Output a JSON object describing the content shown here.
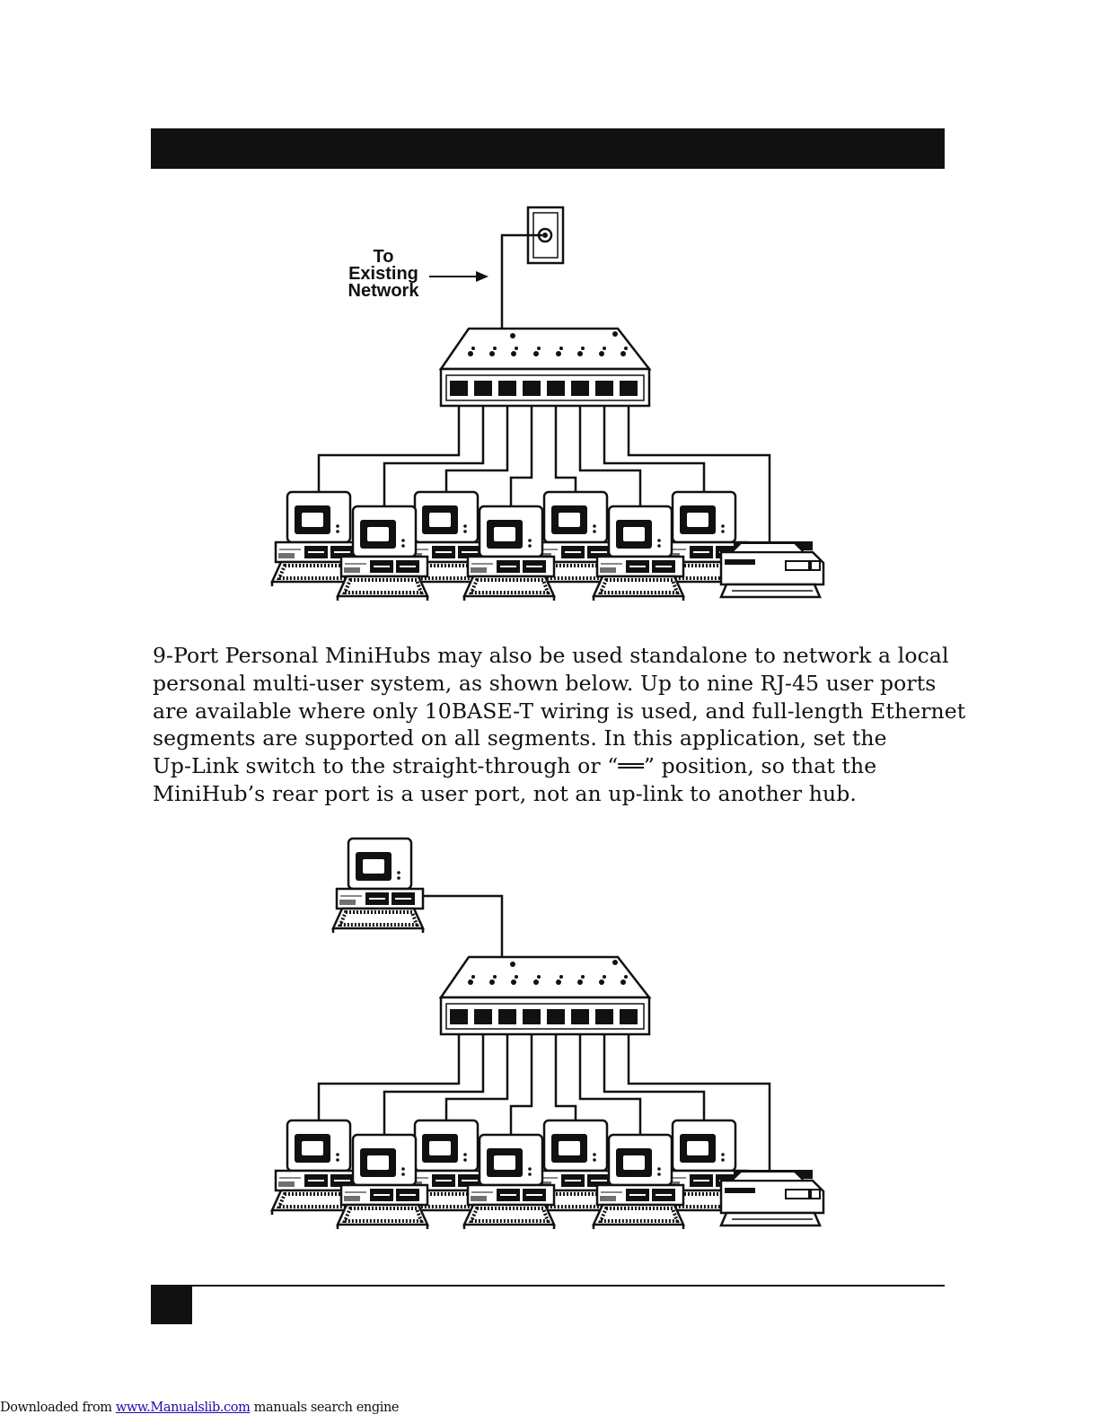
{
  "diagram1": {
    "label_lines": [
      "To",
      "Existing",
      "Network"
    ]
  },
  "body": {
    "lines": [
      "9-Port Personal MiniHubs may also be used standalone to network a local",
      "personal multi-user system, as shown below. Up to nine RJ-45 user ports",
      "are available where only 10BASE-T wiring is used, and full-length Ethernet",
      "segments are supported on all segments. In this application, set the",
      "Up-Link switch to the straight-through or “══” position, so that the",
      "MiniHub’s rear port is a user port, not an up-link to another hub."
    ]
  },
  "footer": {
    "prefix": "Downloaded from ",
    "link": "www.Manualslib.com",
    "suffix": "  manuals search engine"
  }
}
